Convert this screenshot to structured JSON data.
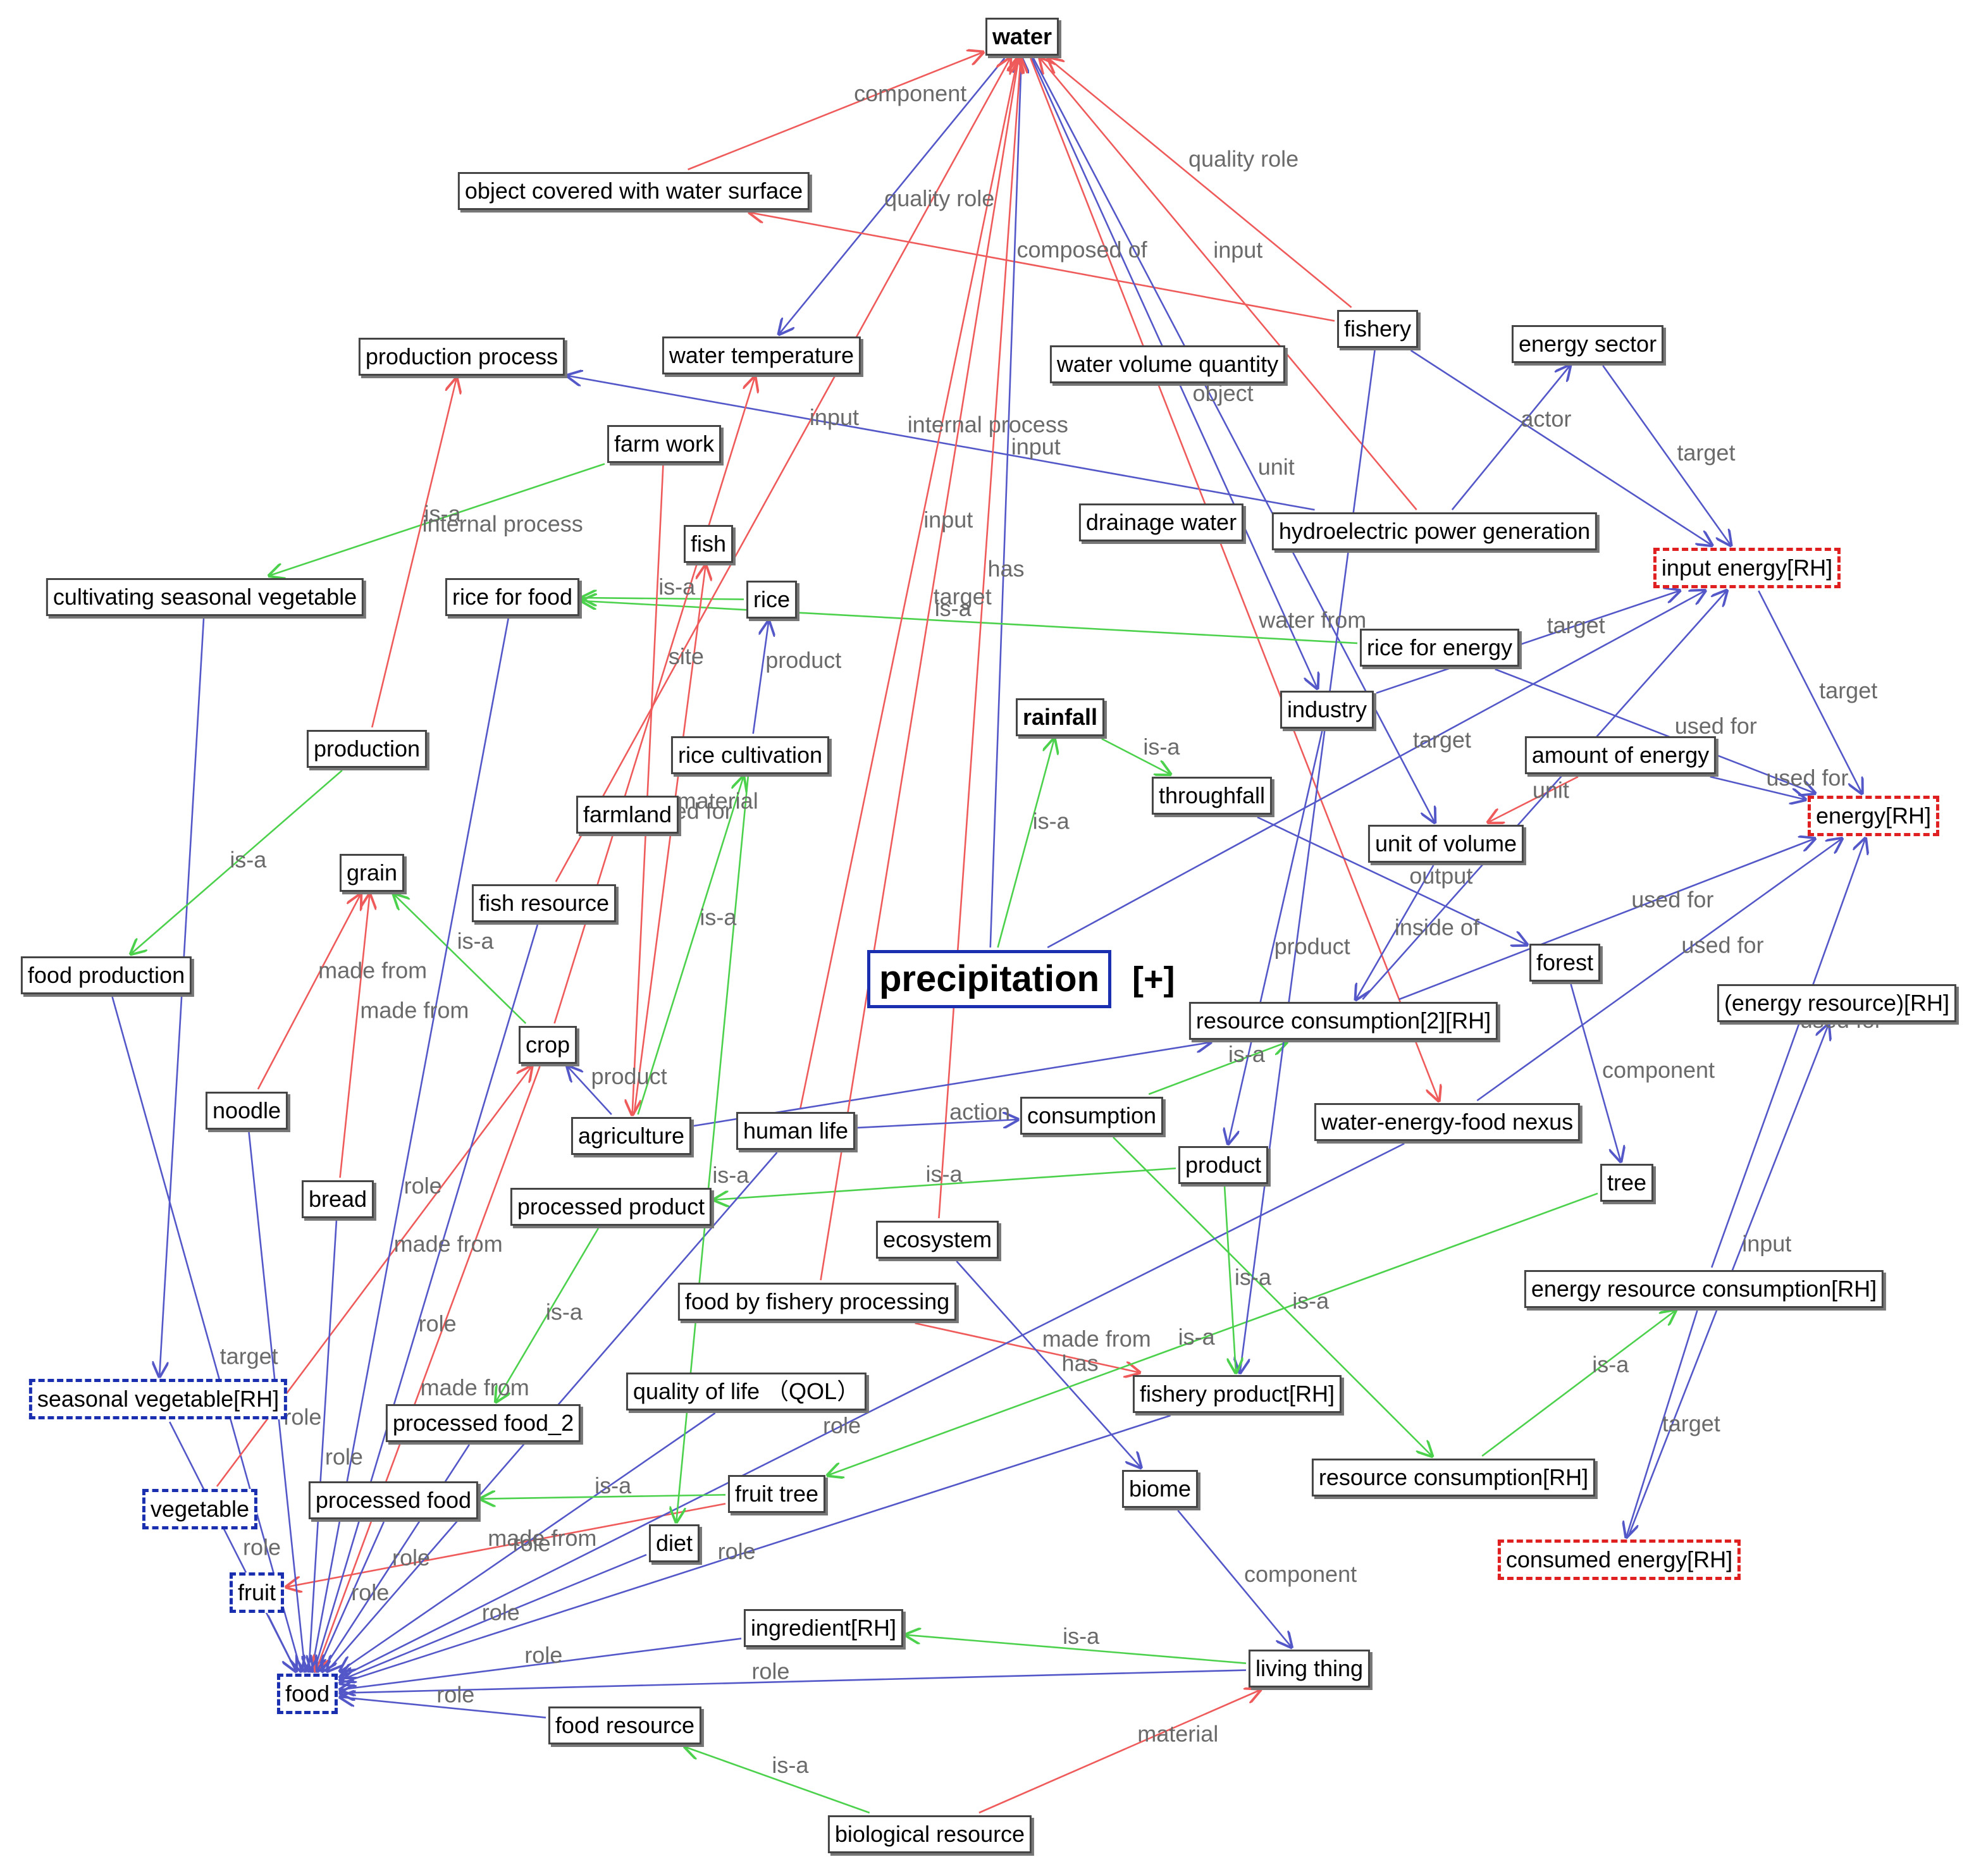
{
  "colors": {
    "red_edge": "#ef5a5a",
    "blue_edge": "#5357c8",
    "green_edge": "#4cd14c"
  },
  "center_node": {
    "label": "precipitation",
    "expand": "[+]"
  },
  "nodes": [
    {
      "id": "water",
      "label": "water"
    },
    {
      "id": "ocws",
      "label": "object covered with water surface"
    },
    {
      "id": "production_process",
      "label": "production process"
    },
    {
      "id": "water_temperature",
      "label": "water temperature"
    },
    {
      "id": "water_volume",
      "label": "water volume quantity"
    },
    {
      "id": "fishery",
      "label": "fishery"
    },
    {
      "id": "energy_sector",
      "label": "energy sector"
    },
    {
      "id": "farm_work",
      "label": "farm work"
    },
    {
      "id": "fish",
      "label": "fish"
    },
    {
      "id": "drainage_water",
      "label": "drainage water"
    },
    {
      "id": "hydro",
      "label": "hydroelectric power generation"
    },
    {
      "id": "input_energy",
      "label": "input energy[RH]"
    },
    {
      "id": "cultivating",
      "label": "cultivating seasonal vegetable"
    },
    {
      "id": "rice_food",
      "label": "rice for food"
    },
    {
      "id": "rice",
      "label": "rice"
    },
    {
      "id": "rice_energy",
      "label": "rice for energy"
    },
    {
      "id": "industry",
      "label": "industry"
    },
    {
      "id": "rainfall",
      "label": "rainfall"
    },
    {
      "id": "production",
      "label": "production"
    },
    {
      "id": "rice_cultivation",
      "label": "rice cultivation"
    },
    {
      "id": "amount_energy",
      "label": "amount of energy"
    },
    {
      "id": "farmland",
      "label": "farmland"
    },
    {
      "id": "throughfall",
      "label": "throughfall"
    },
    {
      "id": "unit_volume",
      "label": "unit of volume"
    },
    {
      "id": "energy",
      "label": "energy[RH]"
    },
    {
      "id": "grain",
      "label": "grain"
    },
    {
      "id": "fish_resource",
      "label": "fish resource"
    },
    {
      "id": "food_production",
      "label": "food production"
    },
    {
      "id": "forest",
      "label": "forest"
    },
    {
      "id": "energy_resource",
      "label": "(energy resource)[RH]"
    },
    {
      "id": "rc2",
      "label": "resource consumption[2][RH]"
    },
    {
      "id": "crop",
      "label": "crop"
    },
    {
      "id": "noodle",
      "label": "noodle"
    },
    {
      "id": "agriculture",
      "label": "agriculture"
    },
    {
      "id": "human_life",
      "label": "human life"
    },
    {
      "id": "consumption",
      "label": "consumption"
    },
    {
      "id": "wef",
      "label": "water-energy-food nexus"
    },
    {
      "id": "bread",
      "label": "bread"
    },
    {
      "id": "processed_product",
      "label": "processed product"
    },
    {
      "id": "product",
      "label": "product"
    },
    {
      "id": "tree",
      "label": "tree"
    },
    {
      "id": "ecosystem",
      "label": "ecosystem"
    },
    {
      "id": "ffp",
      "label": "food by fishery processing"
    },
    {
      "id": "erc",
      "label": "energy resource consumption[RH]"
    },
    {
      "id": "seasonal_veg",
      "label": "seasonal vegetable[RH]"
    },
    {
      "id": "qol",
      "label": "quality of life （QOL）"
    },
    {
      "id": "fishery_product",
      "label": "fishery product[RH]"
    },
    {
      "id": "processed_food_2",
      "label": "processed food_2"
    },
    {
      "id": "vegetable",
      "label": "vegetable"
    },
    {
      "id": "processed_food",
      "label": "processed food"
    },
    {
      "id": "fruit_tree",
      "label": "fruit tree"
    },
    {
      "id": "biome",
      "label": "biome"
    },
    {
      "id": "resource_consumption",
      "label": "resource consumption[RH]"
    },
    {
      "id": "diet",
      "label": "diet"
    },
    {
      "id": "fruit",
      "label": "fruit"
    },
    {
      "id": "consumed_energy",
      "label": "consumed energy[RH]"
    },
    {
      "id": "ingredient",
      "label": "ingredient[RH]"
    },
    {
      "id": "living_thing",
      "label": "living thing"
    },
    {
      "id": "food",
      "label": "food"
    },
    {
      "id": "food_resource",
      "label": "food resource"
    },
    {
      "id": "biological_resource",
      "label": "biological resource"
    }
  ],
  "edges": [
    {
      "from": "ocws",
      "to": "water",
      "label": "component",
      "color": "red"
    },
    {
      "from": "water",
      "to": "water_temperature",
      "label": "quality role",
      "color": "blue"
    },
    {
      "from": "fishery",
      "to": "water",
      "label": "quality role",
      "color": "red"
    },
    {
      "from": "fishery",
      "to": "ocws",
      "label": "composed of",
      "color": "red"
    },
    {
      "from": "precipitation",
      "to": "water",
      "label": "input",
      "color": "blue"
    },
    {
      "from": "hydro",
      "to": "water",
      "label": "input",
      "color": "red"
    },
    {
      "from": "hydro",
      "to": "production_process",
      "label": "internal process",
      "color": "blue"
    },
    {
      "from": "water",
      "to": "industry",
      "label": "object",
      "color": "blue"
    },
    {
      "from": "farm_work",
      "to": "cultivating",
      "label": "is-a",
      "color": "green"
    },
    {
      "from": "production",
      "to": "production_process",
      "label": "internal process",
      "color": "red"
    },
    {
      "from": "water",
      "to": "unit_volume",
      "label": "unit",
      "color": "blue"
    },
    {
      "from": "water",
      "to": "wef",
      "label": "water from",
      "color": "red"
    },
    {
      "from": "rice",
      "to": "rice_food",
      "label": "is-a",
      "color": "green"
    },
    {
      "from": "rice_energy",
      "to": "rice_food",
      "label": "is-a",
      "color": "green"
    },
    {
      "from": "fish_resource",
      "to": "water",
      "label": "input",
      "color": "red"
    },
    {
      "from": "human_life",
      "to": "water",
      "label": "input",
      "color": "red"
    },
    {
      "from": "ecosystem",
      "to": "water",
      "label": "has",
      "color": "red"
    },
    {
      "from": "crop",
      "to": "water_temperature",
      "label": "site",
      "color": "red"
    },
    {
      "from": "hydro",
      "to": "energy_sector",
      "label": "actor",
      "color": "blue"
    },
    {
      "from": "energy_sector",
      "to": "input_energy",
      "label": "target",
      "color": "blue"
    },
    {
      "from": "fishery",
      "to": "input_energy",
      "label": "",
      "color": "blue"
    },
    {
      "from": "rice_cultivation",
      "to": "rice",
      "label": "product",
      "color": "blue"
    },
    {
      "from": "industry",
      "to": "input_energy",
      "label": "target",
      "color": "blue"
    },
    {
      "from": "precipitation",
      "to": "rainfall",
      "label": "is-a",
      "color": "green"
    },
    {
      "from": "rainfall",
      "to": "throughfall",
      "label": "is-a",
      "color": "green"
    },
    {
      "from": "farm_work",
      "to": "agriculture",
      "label": "used for",
      "color": "red"
    },
    {
      "from": "agriculture",
      "to": "rice_cultivation",
      "label": "is-a",
      "color": "green"
    },
    {
      "from": "agriculture",
      "to": "fish",
      "label": "material",
      "color": "red"
    },
    {
      "from": "amount_energy",
      "to": "unit_volume",
      "label": "unit",
      "color": "red"
    },
    {
      "from": "rice_energy",
      "to": "energy",
      "label": "used for",
      "color": "blue"
    },
    {
      "from": "amount_energy",
      "to": "energy",
      "label": "used for",
      "color": "blue"
    },
    {
      "from": "input_energy",
      "to": "energy",
      "label": "target",
      "color": "blue"
    },
    {
      "from": "erc",
      "to": "energy",
      "label": "used for",
      "color": "blue"
    },
    {
      "from": "precipitation",
      "to": "input_energy",
      "label": "target",
      "color": "blue"
    },
    {
      "from": "throughfall",
      "to": "forest",
      "label": "output",
      "color": "blue"
    },
    {
      "from": "unit_volume",
      "to": "rc2",
      "label": "inside of",
      "color": "blue"
    },
    {
      "from": "rc2",
      "to": "energy",
      "label": "used for",
      "color": "blue"
    },
    {
      "from": "rc2",
      "to": "input_energy",
      "label": "product",
      "color": "blue"
    },
    {
      "from": "forest",
      "to": "tree",
      "label": "component",
      "color": "blue"
    },
    {
      "from": "consumed_energy",
      "to": "energy_resource",
      "label": "input",
      "color": "blue"
    },
    {
      "from": "erc",
      "to": "consumed_energy",
      "label": "target",
      "color": "blue"
    },
    {
      "from": "resource_consumption",
      "to": "erc",
      "label": "is-a",
      "color": "green"
    },
    {
      "from": "noodle",
      "to": "grain",
      "label": "made from",
      "color": "red"
    },
    {
      "from": "bread",
      "to": "grain",
      "label": "made from",
      "color": "red"
    },
    {
      "from": "crop",
      "to": "grain",
      "label": "is-a",
      "color": "green"
    },
    {
      "from": "agriculture",
      "to": "crop",
      "label": "product",
      "color": "blue"
    },
    {
      "from": "agriculture",
      "to": "rc2",
      "label": "",
      "color": "blue"
    },
    {
      "from": "human_life",
      "to": "consumption",
      "label": "action",
      "color": "blue"
    },
    {
      "from": "consumption",
      "to": "rc2",
      "label": "is-a",
      "color": "green"
    },
    {
      "from": "product",
      "to": "processed_product",
      "label": "is-a",
      "color": "green"
    },
    {
      "from": "processed_product",
      "to": "processed_food_2",
      "label": "is-a",
      "color": "green"
    },
    {
      "from": "ffp",
      "to": "water",
      "label": "target",
      "color": "red"
    },
    {
      "from": "ffp",
      "to": "fishery_product",
      "label": "made from",
      "color": "red"
    },
    {
      "from": "ecosystem",
      "to": "biome",
      "label": "has",
      "color": "blue"
    },
    {
      "from": "biome",
      "to": "living_thing",
      "label": "component",
      "color": "blue"
    },
    {
      "from": "tree",
      "to": "fruit_tree",
      "label": "is-a",
      "color": "green"
    },
    {
      "from": "fruit_tree",
      "to": "fruit",
      "label": "made from",
      "color": "red"
    },
    {
      "from": "consumption",
      "to": "resource_consumption",
      "label": "is-a",
      "color": "green"
    },
    {
      "from": "living_thing",
      "to": "ingredient",
      "label": "is-a",
      "color": "green"
    },
    {
      "from": "living_thing",
      "to": "food",
      "label": "role",
      "color": "blue"
    },
    {
      "from": "biological_resource",
      "to": "food_resource",
      "label": "is-a",
      "color": "green"
    },
    {
      "from": "biological_resource",
      "to": "living_thing",
      "label": "material",
      "color": "red"
    },
    {
      "from": "cultivating",
      "to": "seasonal_veg",
      "label": "",
      "color": "blue"
    },
    {
      "from": "production",
      "to": "food_production",
      "label": "is-a",
      "color": "green"
    },
    {
      "from": "food_production",
      "to": "food",
      "label": "target",
      "color": "blue"
    },
    {
      "from": "seasonal_veg",
      "to": "food",
      "label": "role",
      "color": "blue"
    },
    {
      "from": "vegetable",
      "to": "crop",
      "label": "made from",
      "color": "red"
    },
    {
      "from": "rice_food",
      "to": "food",
      "label": "role",
      "color": "blue"
    },
    {
      "from": "fish_resource",
      "to": "food",
      "label": "role",
      "color": "blue"
    },
    {
      "from": "crop",
      "to": "food",
      "label": "made from",
      "color": "red"
    },
    {
      "from": "noodle",
      "to": "food",
      "label": "role",
      "color": "blue"
    },
    {
      "from": "bread",
      "to": "food",
      "label": "role",
      "color": "blue"
    },
    {
      "from": "processed_food_2",
      "to": "food",
      "label": "role",
      "color": "blue"
    },
    {
      "from": "human_life",
      "to": "food",
      "label": "role",
      "color": "blue"
    },
    {
      "from": "qol",
      "to": "food",
      "label": "role",
      "color": "blue"
    },
    {
      "from": "wef",
      "to": "food",
      "label": "role",
      "color": "blue"
    },
    {
      "from": "diet",
      "to": "food",
      "label": "role",
      "color": "blue"
    },
    {
      "from": "fishery_product",
      "to": "food",
      "label": "role",
      "color": "blue"
    },
    {
      "from": "ingredient",
      "to": "food",
      "label": "role",
      "color": "blue"
    },
    {
      "from": "food_resource",
      "to": "food",
      "label": "role",
      "color": "blue"
    },
    {
      "from": "processed_food",
      "to": "food",
      "label": "role",
      "color": "blue"
    },
    {
      "from": "fruit",
      "to": "food",
      "label": "",
      "color": "blue"
    },
    {
      "from": "wef",
      "to": "energy",
      "label": "used for",
      "color": "blue"
    },
    {
      "from": "fishery",
      "to": "fishery_product",
      "label": "",
      "color": "blue"
    },
    {
      "from": "industry",
      "to": "product",
      "label": "product",
      "color": "blue"
    },
    {
      "from": "product",
      "to": "fishery_product",
      "label": "is-a",
      "color": "green"
    },
    {
      "from": "fruit_tree",
      "to": "processed_food",
      "label": "is-a",
      "color": "green"
    },
    {
      "from": "rice_cultivation",
      "to": "diet",
      "label": "is-a",
      "color": "green"
    }
  ]
}
